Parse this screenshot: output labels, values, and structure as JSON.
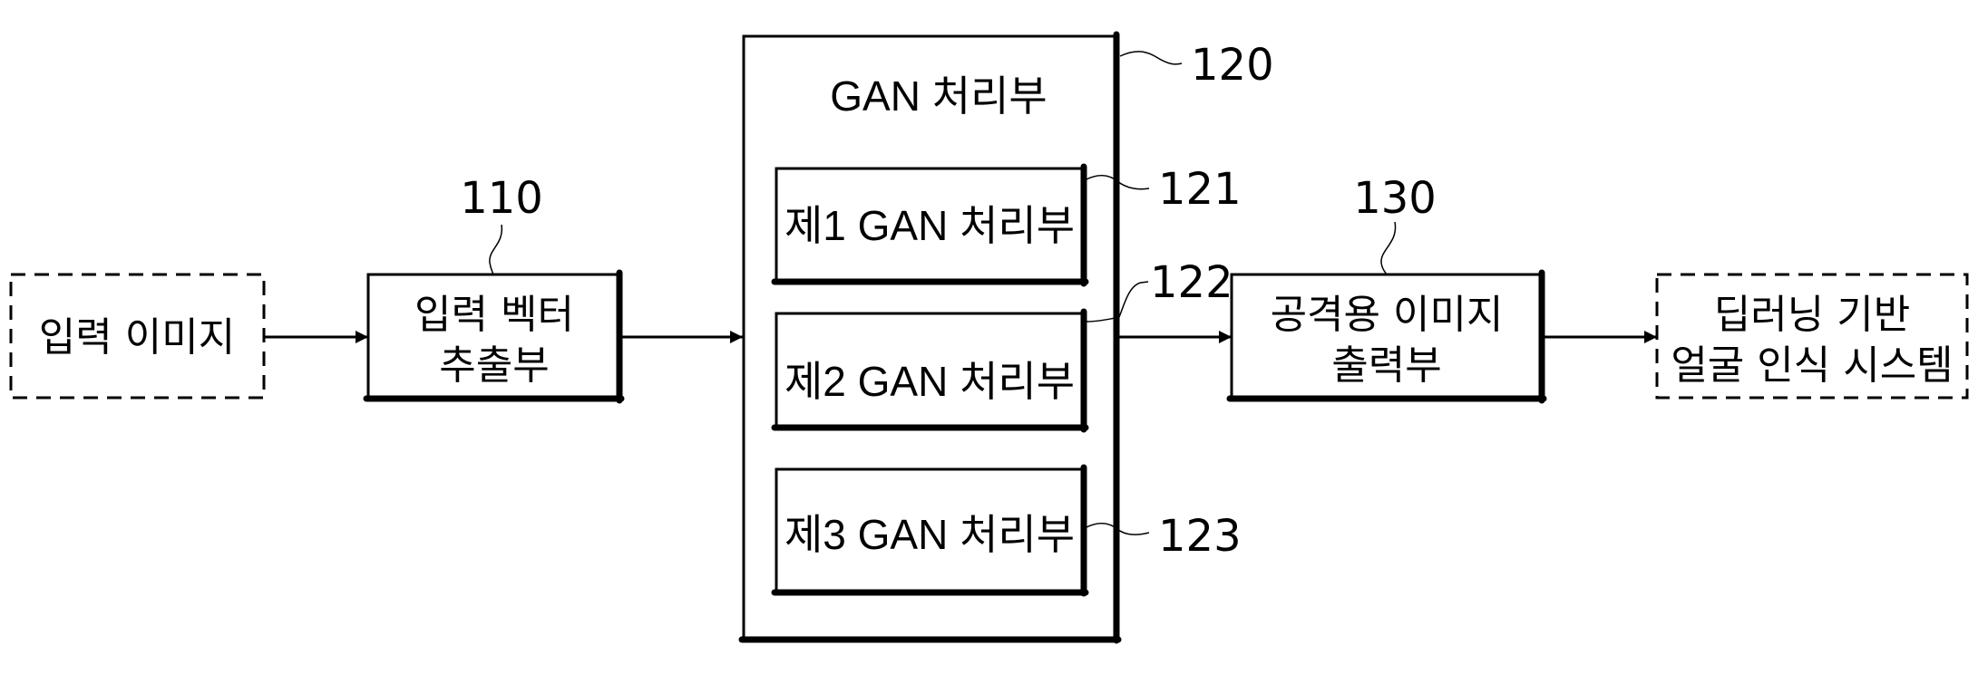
{
  "colors": {
    "ink": "#000000",
    "background": "#ffffff"
  },
  "nodes": {
    "input_image": {
      "lines": [
        "입력 이미지"
      ],
      "style": "dashed"
    },
    "vector_extractor": {
      "ref": "110",
      "lines": [
        "입력 벡터",
        "추출부"
      ],
      "style": "solid-shadow"
    },
    "gan_processor": {
      "ref": "120",
      "title": "GAN 처리부",
      "style": "solid-shadow",
      "children": [
        {
          "ref": "121",
          "label": "제1 GAN 처리부"
        },
        {
          "ref": "122",
          "label": "제2 GAN 처리부"
        },
        {
          "ref": "123",
          "label": "제3 GAN 처리부"
        }
      ]
    },
    "attack_image_output": {
      "ref": "130",
      "lines": [
        "공격용 이미지",
        "출력부"
      ],
      "style": "solid-shadow"
    },
    "face_recognition_system": {
      "lines": [
        "딥러닝 기반",
        "얼굴 인식 시스템"
      ],
      "style": "dashed"
    }
  },
  "edges": [
    {
      "from": "input_image",
      "to": "vector_extractor"
    },
    {
      "from": "vector_extractor",
      "to": "gan_processor"
    },
    {
      "from": "gan_processor",
      "to": "attack_image_output"
    },
    {
      "from": "attack_image_output",
      "to": "face_recognition_system"
    }
  ]
}
